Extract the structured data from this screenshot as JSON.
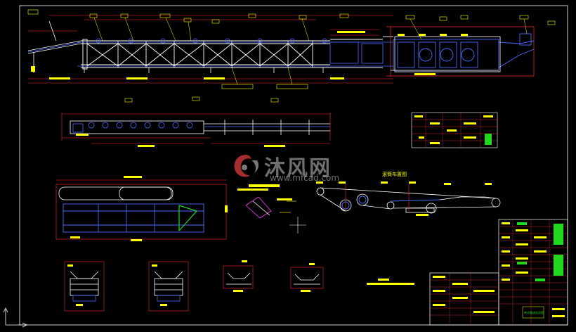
{
  "watermark": {
    "text": "沐风网",
    "url": "www.mfcad.com"
  },
  "diagram": {
    "belt_section_label": "滚筒布置图",
    "title_block_caption": "带式输送机总图"
  },
  "colors": {
    "background": "#000000",
    "frame": "#ffffff",
    "structure": "#ffffff",
    "blue": "#4a6cff",
    "red": "#ff2a2a",
    "yellow": "#ffff00",
    "green": "#1fd81f",
    "magenta": "#ff40ff",
    "cyan": "#40e0ff"
  },
  "icons": {
    "watermark_logo": "mfcad-logo-icon",
    "ucs": "ucs-axis-icon"
  }
}
